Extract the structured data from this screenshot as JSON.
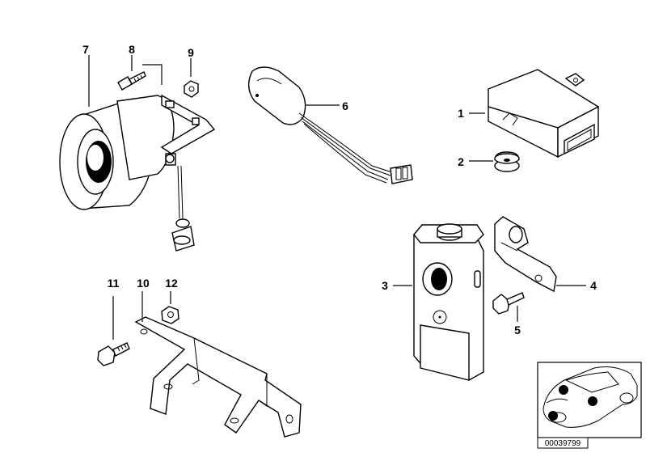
{
  "diagram": {
    "part_numbers": {
      "p1": "1",
      "p2": "2",
      "p3": "3",
      "p4": "4",
      "p5": "5",
      "p6": "6",
      "p7": "7",
      "p8": "8",
      "p9": "9",
      "p10": "10",
      "p11": "11",
      "p12": "12"
    },
    "reference_code": "00039799"
  }
}
